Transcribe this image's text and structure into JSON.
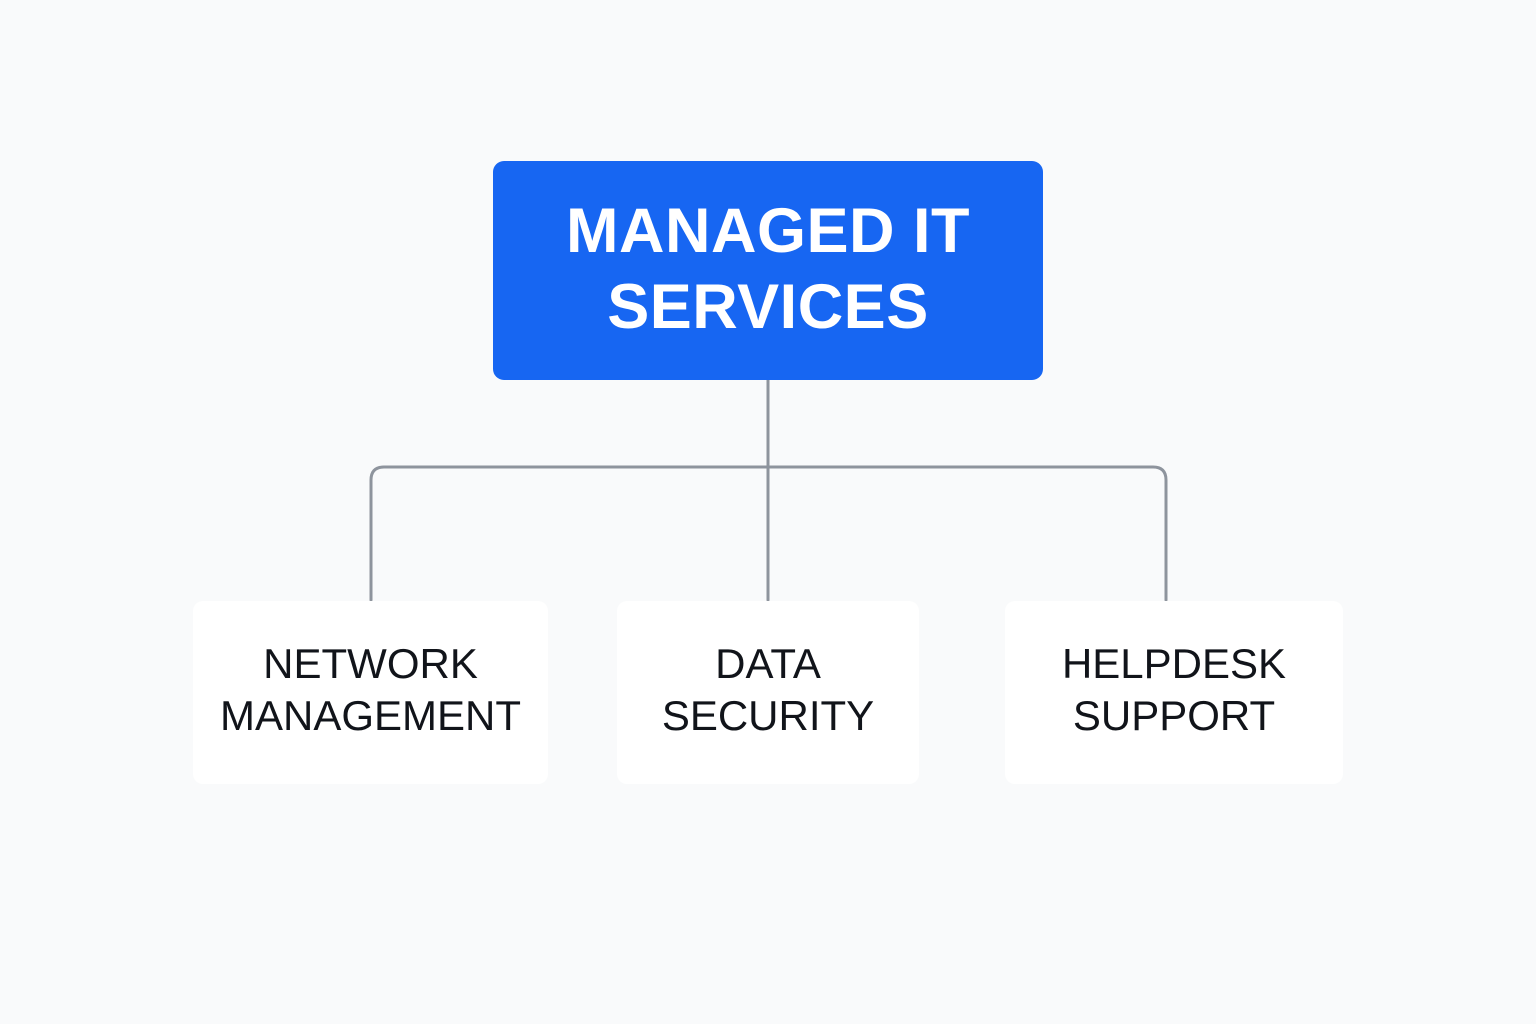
{
  "root": {
    "lines": [
      "MANAGED IT",
      "SERVICES"
    ],
    "color": "#1766F2"
  },
  "children": [
    {
      "lines": [
        "NETWORK",
        "MANAGEMENT"
      ]
    },
    {
      "lines": [
        "DATA",
        "SECURITY"
      ]
    },
    {
      "lines": [
        "HELPDESK",
        "SUPPORT"
      ]
    }
  ],
  "colors": {
    "background": "#F9FAFB",
    "connector": "#8E949D",
    "child_box": "#FFFFFF",
    "child_text": "#11141A",
    "root_text": "#FFFFFF"
  }
}
